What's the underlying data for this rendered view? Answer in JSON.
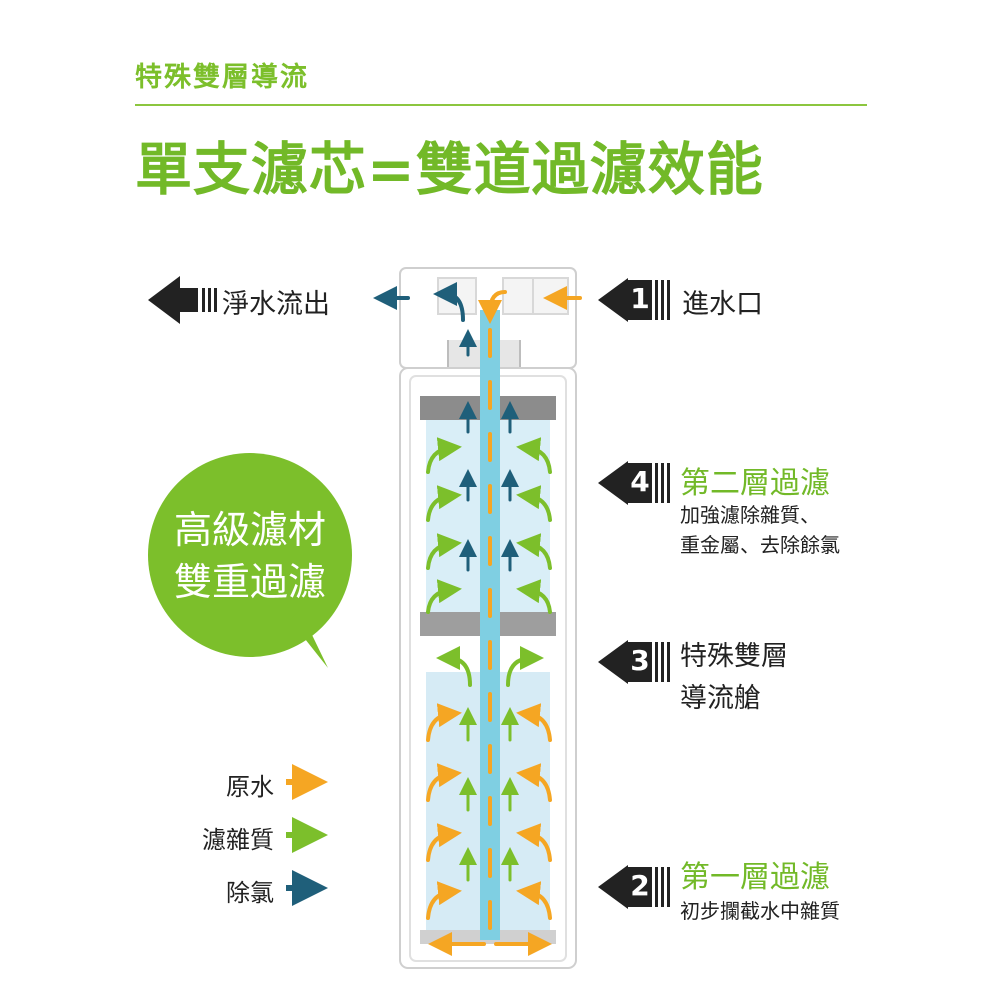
{
  "header": {
    "subtitle": "特殊雙層導流",
    "headline": "單支濾芯=雙道過濾效能"
  },
  "callouts": {
    "outlet": {
      "label": "淨水流出"
    },
    "inlet": {
      "number": "1",
      "label": "進水口"
    },
    "layer2": {
      "number": "4",
      "title": "第二層過濾",
      "desc_line1": "加強濾除雜質、",
      "desc_line2": "重金屬、去除餘氯"
    },
    "chamber": {
      "number": "3",
      "title_line1": "特殊雙層",
      "title_line2": "導流艙"
    },
    "layer1": {
      "number": "2",
      "title": "第一層過濾",
      "desc": "初步攔截水中雜質"
    }
  },
  "bubble": {
    "line1": "高級濾材",
    "line2": "雙重過濾"
  },
  "legend": [
    {
      "label": "原水",
      "color": "#f5a623"
    },
    {
      "label": "濾雜質",
      "color": "#7cbf2b"
    },
    {
      "label": "除氯",
      "color": "#1f5f7a"
    }
  ],
  "colors": {
    "green": "#72b928",
    "orange": "#f5a623",
    "teal": "#1f5f7a",
    "dark_arrow": "#222222"
  }
}
